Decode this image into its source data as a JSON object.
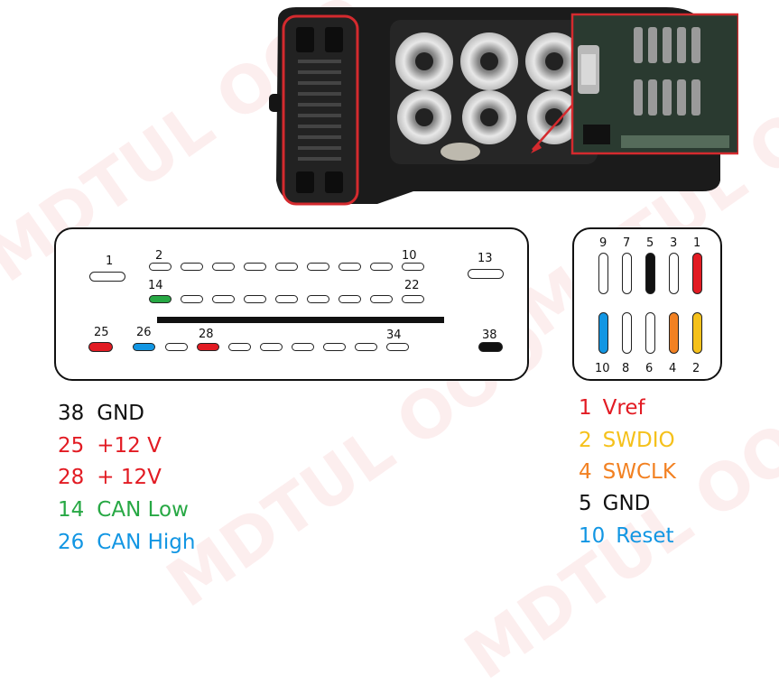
{
  "watermark": {
    "text": "MDTUL OOO"
  },
  "colors": {
    "red": "#e21b23",
    "green": "#27a844",
    "blue": "#1296e3",
    "orange": "#f28122",
    "yellow": "#f5c11b",
    "black": "#111111"
  },
  "connector_a": {
    "pin_labels": {
      "p1": "1",
      "p2": "2",
      "p10": "10",
      "p13": "13",
      "p14": "14",
      "p22": "22",
      "p25": "25",
      "p26": "26",
      "p28": "28",
      "p34": "34",
      "p38": "38"
    }
  },
  "connector_b": {
    "top_labels": [
      "9",
      "7",
      "5",
      "3",
      "1"
    ],
    "bottom_labels": [
      "10",
      "8",
      "6",
      "4",
      "2"
    ]
  },
  "legend_left": [
    {
      "num": "38",
      "label": "GND",
      "color": "#111111"
    },
    {
      "num": "25",
      "label": "+12 V",
      "color": "#e21b23"
    },
    {
      "num": "28",
      "label": "+ 12V",
      "color": "#e21b23"
    },
    {
      "num": "14",
      "label": "CAN Low",
      "color": "#27a844"
    },
    {
      "num": "26",
      "label": "CAN High",
      "color": "#1296e3"
    }
  ],
  "legend_right": [
    {
      "num": "1",
      "label": "Vref",
      "color": "#e21b23"
    },
    {
      "num": "2",
      "label": "SWDIO",
      "color": "#f5c11b"
    },
    {
      "num": "4",
      "label": "SWCLK",
      "color": "#f28122"
    },
    {
      "num": "5",
      "label": "GND",
      "color": "#111111"
    },
    {
      "num": "10",
      "label": "Reset",
      "color": "#1296e3"
    }
  ]
}
